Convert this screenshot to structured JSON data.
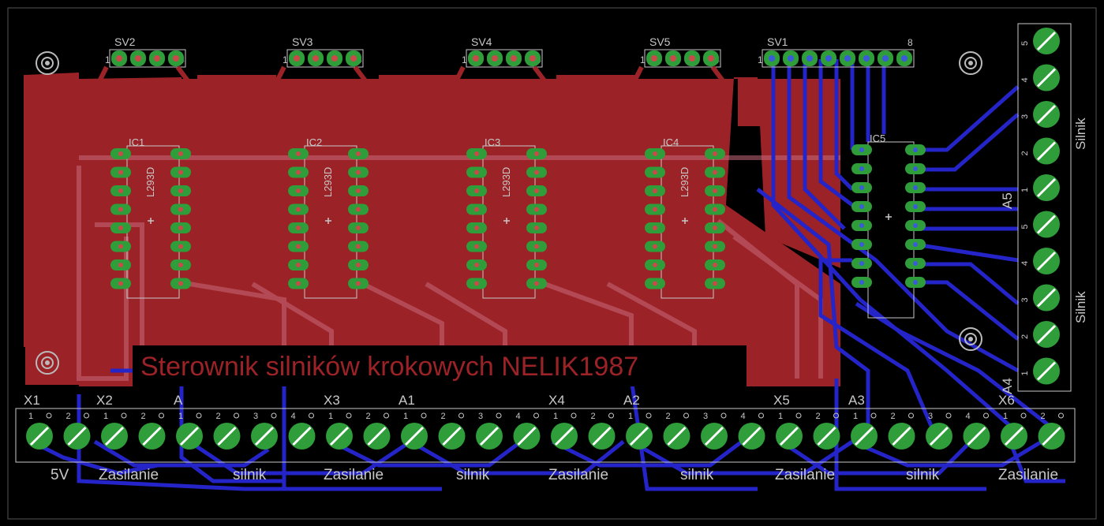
{
  "board": {
    "title": "Sterownik silników krokowych NELIK1987",
    "colors": {
      "background": "#000000",
      "copper_top": "#9b2226",
      "copper_bottom": "#2424c8",
      "pad": "#2e9d3a",
      "silk": "#c8c8c8"
    }
  },
  "headers": [
    {
      "name": "SV2",
      "pin_first": "1",
      "pin_last": "4"
    },
    {
      "name": "SV3",
      "pin_first": "1",
      "pin_last": "4"
    },
    {
      "name": "SV4",
      "pin_first": "1",
      "pin_last": "4"
    },
    {
      "name": "SV5",
      "pin_first": "1",
      "pin_last": "4"
    },
    {
      "name": "SV1",
      "pin_first": "1",
      "pin_last": "8"
    }
  ],
  "ics": [
    {
      "name": "IC1",
      "part": "L293D"
    },
    {
      "name": "IC2",
      "part": "L293D"
    },
    {
      "name": "IC3",
      "part": "L293D"
    },
    {
      "name": "IC4",
      "part": "L293D"
    },
    {
      "name": "IC5",
      "part": ""
    }
  ],
  "connectors_bottom": {
    "designators": [
      "X1",
      "X2",
      "A",
      "X3",
      "A1",
      "X4",
      "A2",
      "X5",
      "A3",
      "X6"
    ],
    "captions": [
      "5V",
      "Zasilanie",
      "silnik",
      "Zasilanie",
      "silnik",
      "Zasilanie",
      "silnik",
      "Zasilanie",
      "silnik",
      "Zasilanie"
    ],
    "pin_labels": [
      "1",
      "2",
      "1",
      "2",
      "1",
      "2",
      "3",
      "4",
      "1",
      "2",
      "1",
      "2",
      "3",
      "4",
      "1",
      "2",
      "1",
      "2",
      "3",
      "4",
      "1",
      "2",
      "1",
      "2",
      "3",
      "4",
      "1",
      "2"
    ]
  },
  "connectors_right": {
    "designators": [
      "A5",
      "A4"
    ],
    "captions": [
      "Silnik",
      "Silnik"
    ],
    "pin_labels": [
      "5",
      "4",
      "3",
      "2",
      "1",
      "5",
      "4",
      "3",
      "2",
      "1"
    ]
  }
}
